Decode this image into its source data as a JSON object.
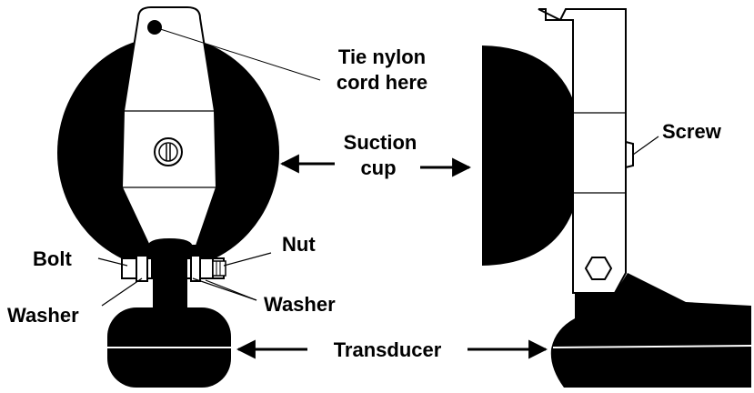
{
  "labels": {
    "tie_cord_line1": "Tie nylon",
    "tie_cord_line2": "cord here",
    "suction_line1": "Suction",
    "suction_line2": "cup",
    "screw": "Screw",
    "nut": "Nut",
    "bolt": "Bolt",
    "washer_left": "Washer",
    "washer_right": "Washer",
    "transducer": "Transducer"
  },
  "colors": {
    "ink": "#000000",
    "paper": "#ffffff"
  }
}
